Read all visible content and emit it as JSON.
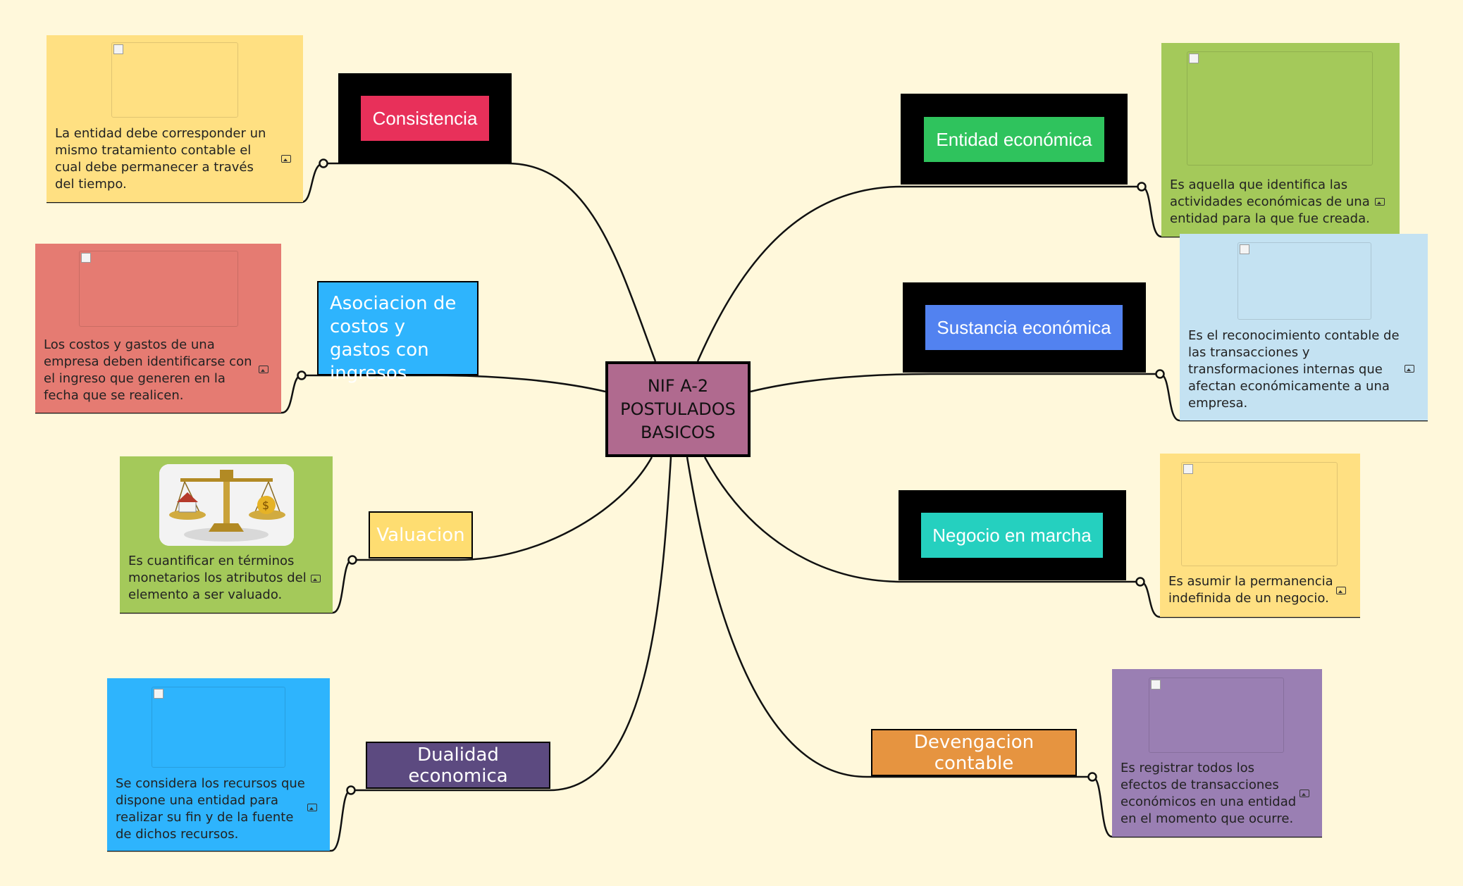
{
  "central": {
    "line1": "NIF A-2",
    "line2": "POSTULADOS",
    "line3": "BASICOS",
    "color": "#b06a8f"
  },
  "topics": [
    {
      "id": "consistencia",
      "label": "Consistencia",
      "color": "#e8305a",
      "note": "La entidad debe corresponder un mismo tratamiento contable el cual debe permanecer a través del tiempo.",
      "note_color": "#ffe082",
      "icon": "image-icon"
    },
    {
      "id": "asociacion",
      "label": "Asociacion de costos y gastos con ingresos",
      "color": "#2eb4fd",
      "note": "Los costos y gastos de una empresa deben identificarse con el ingreso que generen en la fecha que se realicen.",
      "note_color": "#e57b72",
      "icon": "image-icon"
    },
    {
      "id": "valuacion",
      "label": "Valuacion",
      "color": "#fedd71",
      "note": "Es cuantificar en términos monetarios  los atributos del  elemento a ser valuado.",
      "note_color": "#a4c95a",
      "icon": "image-icon",
      "picture": "balance-scale-image"
    },
    {
      "id": "dualidad",
      "label": "Dualidad economica",
      "color": "#5c4a80",
      "note": "Se considera los recursos que dispone una entidad para realizar su fin y de la fuente de dichos recursos.",
      "note_color": "#2eb4fd",
      "icon": "image-icon"
    },
    {
      "id": "entidad",
      "label": "Entidad económica",
      "color": "#2fc35d",
      "note": "Es aquella que identifica las actividades económicas de una entidad para la que fue creada.",
      "note_color": "#a4c95a",
      "icon": "image-icon"
    },
    {
      "id": "sustancia",
      "label": "Sustancia económica",
      "color": "#5282f0",
      "note": "Es el reconocimiento contable de las transacciones y transformaciones internas que afectan económicamente a una empresa.",
      "note_color": "#c4e2f2",
      "icon": "image-icon"
    },
    {
      "id": "negocio",
      "label": "Negocio en marcha",
      "color": "#25d0bf",
      "note": "Es asumir la permanencia indefinida de un negocio.",
      "note_color": "#ffe082",
      "icon": "image-icon"
    },
    {
      "id": "devengacion",
      "label": "Devengacion contable",
      "color": "#e69440",
      "note": "Es registrar todos los efectos de transacciones económicos en una entidad en el momento que ocurre.",
      "note_color": "#9a7fb3",
      "icon": "image-icon"
    }
  ]
}
